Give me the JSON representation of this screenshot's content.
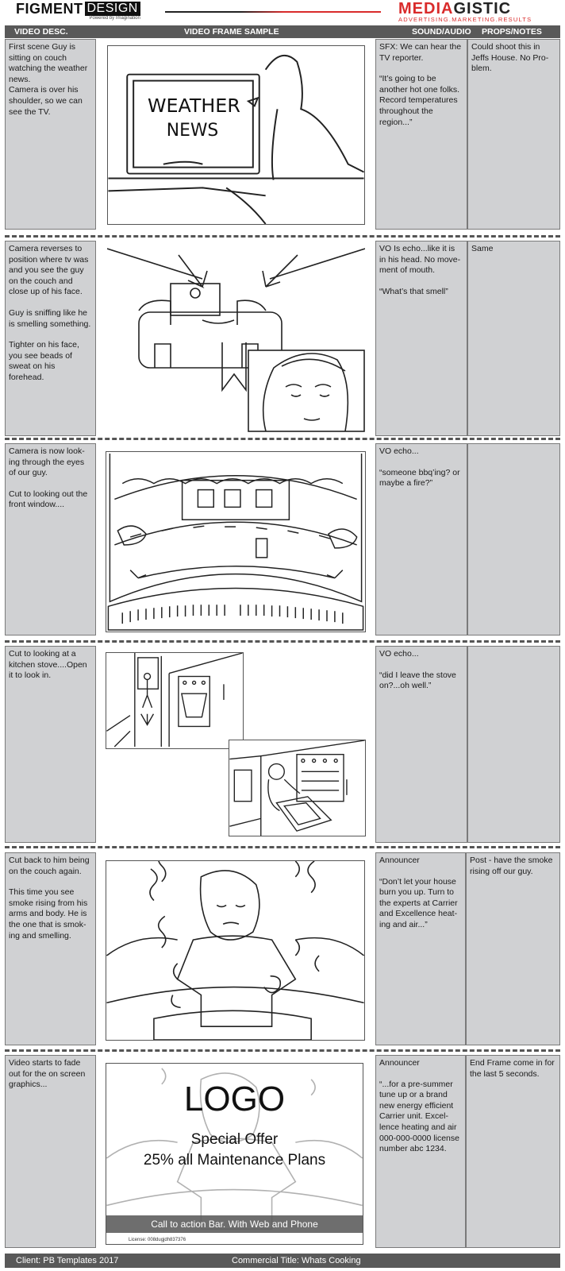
{
  "brand_left": {
    "name_a": "FIGMENT",
    "name_b": "DESIGN",
    "tagline": "Powered by Imagination"
  },
  "brand_right": {
    "name_a": "MEDIA",
    "name_b": "GISTIC",
    "tagline": "ADVERTISING.MARKETING.RESULTS"
  },
  "columns": {
    "video": "VIDEO DESC.",
    "frame": "VIDEO FRAME SAMPLE",
    "sound": "SOUND/AUDIO",
    "props": "PROPS/NOTES"
  },
  "scenes": [
    {
      "desc": [
        "First scene Guy is sitting on couch watching the weather news.\nCamera is over his shoulder, so we can see the TV."
      ],
      "sound": [
        "SFX: We can hear the TV reporter.",
        "“It’s going to be another hot one folks. Record temperatures throughout the region...”"
      ],
      "props": [
        "Could shoot this in Jeffs House. No Pro-blem."
      ],
      "sketch_text": [
        "WEATHER",
        "NEWS"
      ]
    },
    {
      "desc": [
        "Camera reverses to position where tv was and you see the guy on the couch and close up of his face.",
        "Guy is sniffing like he is smelling something.",
        "Tighter on his face, you see beads of sweat on his forehead."
      ],
      "sound": [
        "VO Is echo...like it is in his head. No move-ment of mouth.",
        "“What’s that smell”"
      ],
      "props": [
        "Same"
      ]
    },
    {
      "desc": [
        "Camera is now look-ing through the eyes of our guy.",
        "Cut to looking out the front window...."
      ],
      "sound": [
        "VO echo...",
        "“someone bbq’ing? or maybe a fire?”"
      ],
      "props": []
    },
    {
      "desc": [
        "Cut to looking at a kitchen stove....Open it to look in."
      ],
      "sound": [
        "VO echo...",
        "“did I leave the stove on?...oh well.”"
      ],
      "props": []
    },
    {
      "desc": [
        "Cut back to him being on the couch again.",
        "This time you see smoke rising from his arms and body. He is the one that is smok-ing and smelling."
      ],
      "sound": [
        "Announcer",
        "“Don’t let your house burn you up. Turn to the experts at Carrier and Excellence heat-ing and air...”"
      ],
      "props": [
        "Post - have the smoke rising off our guy."
      ]
    },
    {
      "desc": [
        "Video starts to fade out for the on screen graphics..."
      ],
      "sound": [
        "Announcer",
        "“...for a pre-summer tune up or a brand new energy efficient Carrier unit. Excel-lence heating and air 000-000-0000 license number abc 1234."
      ],
      "props": [
        "End Frame come in for the last 5 seconds."
      ],
      "end_frame": {
        "logo": "LOGO",
        "offer": "Special Offer",
        "offer_detail": "25% all Maintenance Plans",
        "cta": "Call to action Bar. With Web and Phone",
        "license": "License: 008dugjdh837376"
      }
    }
  ],
  "footer": {
    "client": "Client: PB Templates 2017",
    "title": "Commercial Title: Whats Cooking"
  }
}
